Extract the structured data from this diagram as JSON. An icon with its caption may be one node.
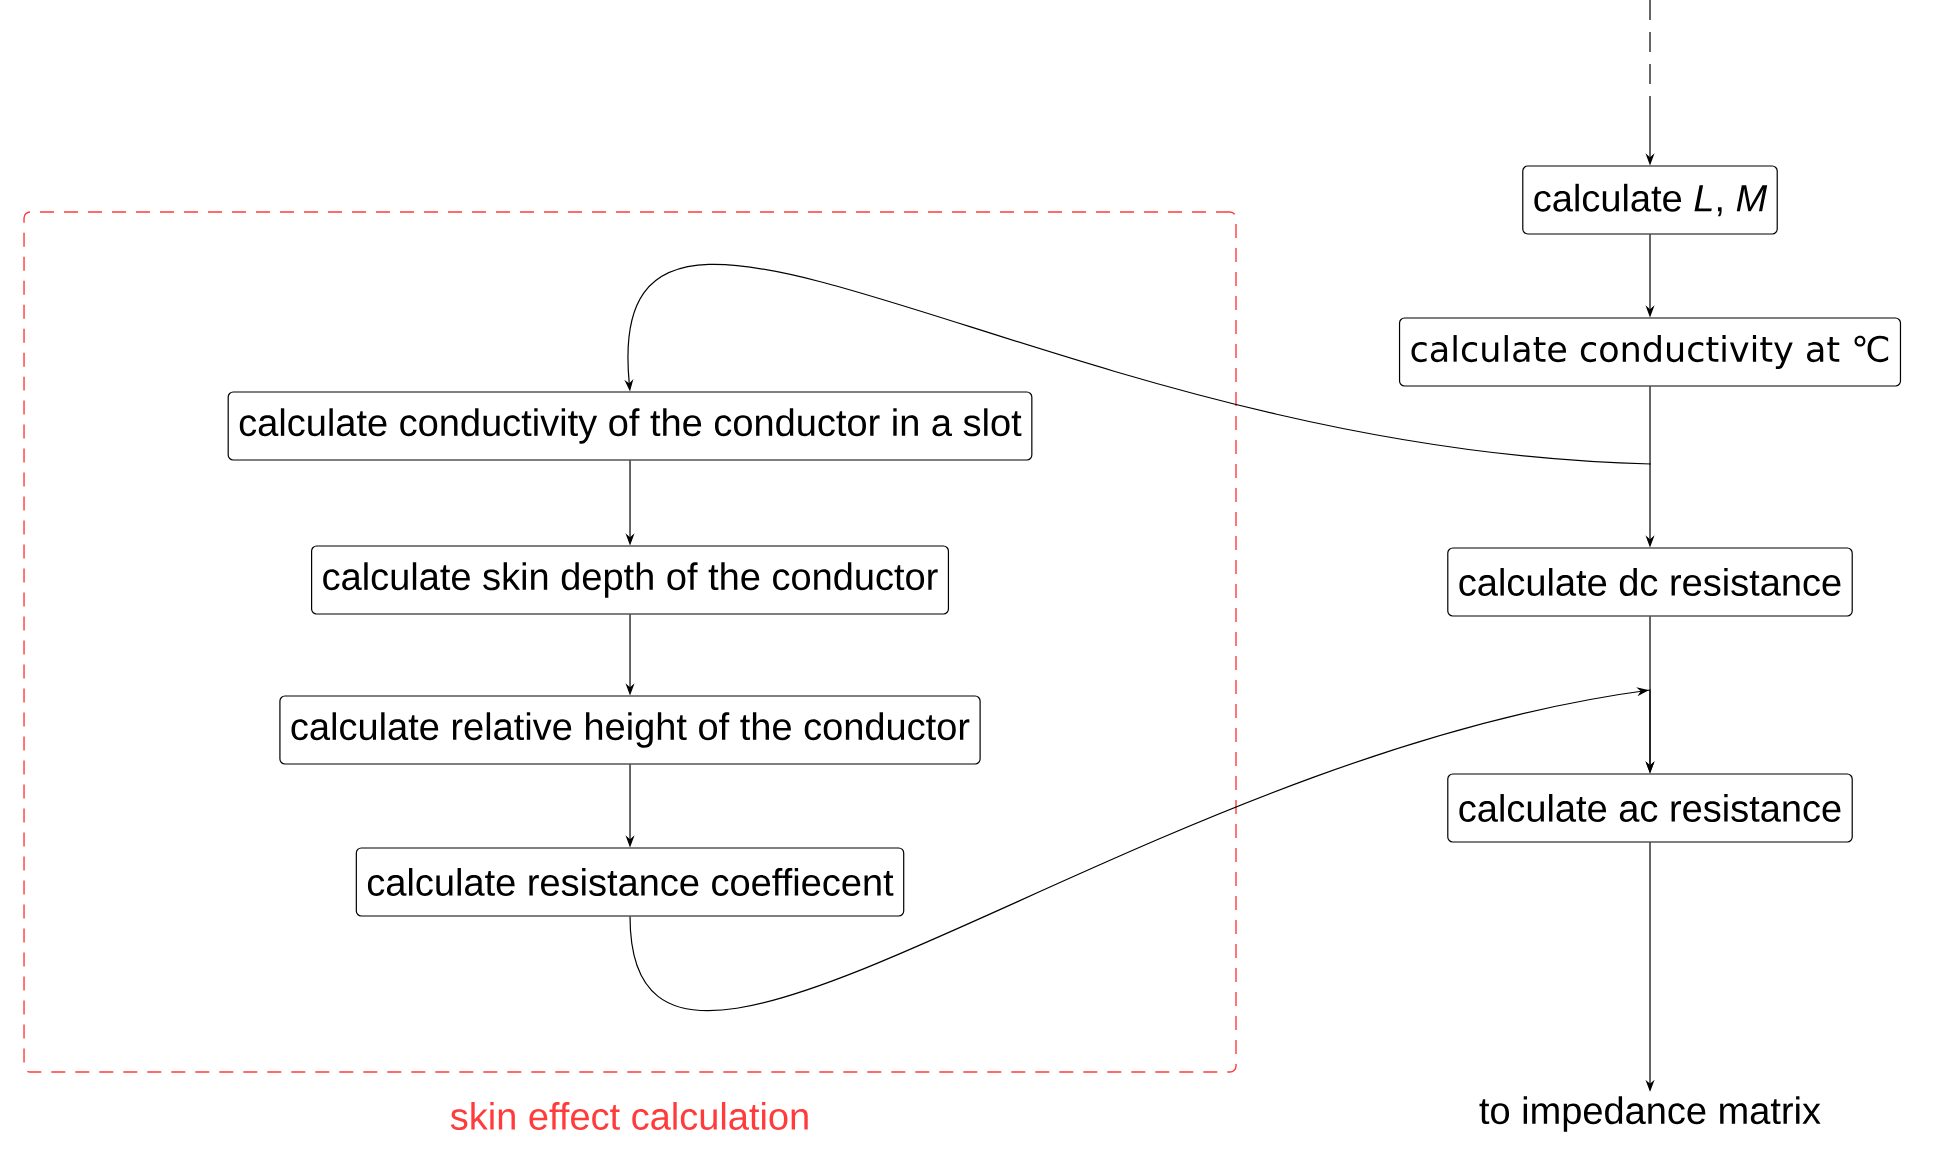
{
  "diagram": {
    "nodes": [
      {
        "text": [
          "calculate *L*, *M*"
        ]
      },
      {
        "text": [
          "calculate conductivity at ℃"
        ]
      },
      {
        "text": [
          "calculate dc resistance"
        ]
      },
      {
        "text": [
          "calculate ac resistance"
        ]
      },
      {
        "text": [
          "to impedance matrix"
        ]
      },
      {
        "text": [
          "skin effect calculation"
        ]
      },
      {
        "text": [
          "calculate conductivity of the conductor in a slot"
        ],
        "in": 5
      },
      {
        "text": [
          "calculate skin depth of the conductor"
        ],
        "in": 5
      },
      {
        "text": [
          "calculate relative height of the conductor"
        ],
        "in": 5
      },
      {
        "text": [
          "calculate resistance coeffiecent"
        ],
        "in": 5
      }
    ],
    "edges": [
      {
        "from": null,
        "to": 0,
        "arrow": "to",
        "style": "dashed"
      },
      {
        "from": 0,
        "to": 1,
        "arrow": "to"
      },
      {
        "from": 1,
        "to": 2,
        "arrow": "to"
      },
      {
        "from": 2,
        "to": 3,
        "arrow": "to"
      },
      {
        "from": 3,
        "to": 4,
        "arrow": "to"
      },
      {
        "from": 1,
        "to": 6,
        "arrow": "to"
      },
      {
        "from": 6,
        "to": 7,
        "arrow": "to"
      },
      {
        "from": 7,
        "to": 8,
        "arrow": "to"
      },
      {
        "from": 8,
        "to": 9,
        "arrow": "to"
      },
      {
        "from": 9,
        "to": 3,
        "arrow": "to"
      }
    ]
  }
}
